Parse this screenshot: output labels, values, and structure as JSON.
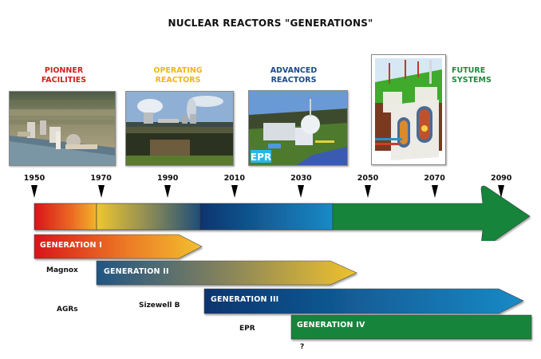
{
  "title": "NUCLEAR REACTORS \"GENERATIONS\"",
  "eras": [
    {
      "line1": "PIONNER",
      "line2": "FACILITIES",
      "color": "#d21f1b",
      "image": "aerial-nuclear-plant-photo"
    },
    {
      "line1": "OPERATING",
      "line2": "REACTORS",
      "color": "#f2b41c",
      "image": "cooling-towers-photo"
    },
    {
      "line1": "ADVANCED",
      "line2": "REACTORS",
      "color": "#1b4a86",
      "image": "epr-rendering"
    },
    {
      "line1": "FUTURE",
      "line2": "SYSTEMS",
      "color": "#1c8a3e",
      "image": "future-reactor-cutaway"
    }
  ],
  "epr_logo_text": "EPR",
  "timeline": {
    "years": [
      "1950",
      "1970",
      "1990",
      "2010",
      "2030",
      "2050",
      "2070",
      "2090"
    ],
    "colors": {
      "red": "#d8141a",
      "orange": "#f0a22a",
      "yellow": "#eec62e",
      "navy": "#0b356e",
      "blue": "#1a8ac6",
      "green": "#12843a"
    }
  },
  "generations": [
    {
      "label": "GENERATION I",
      "start": 1950,
      "end": 2002
    },
    {
      "label": "GENERATION II",
      "start": 1969,
      "end": 2050
    },
    {
      "label": "GENERATION III",
      "start": 2002,
      "end": 2098
    },
    {
      "label": "GENERATION IV",
      "start": 2030,
      "end": 2100
    }
  ],
  "reactor_types": [
    {
      "name": "Magnox"
    },
    {
      "name": "AGRs"
    },
    {
      "name": "Sizewell B"
    },
    {
      "name": "EPR"
    },
    {
      "name": "?"
    }
  ]
}
